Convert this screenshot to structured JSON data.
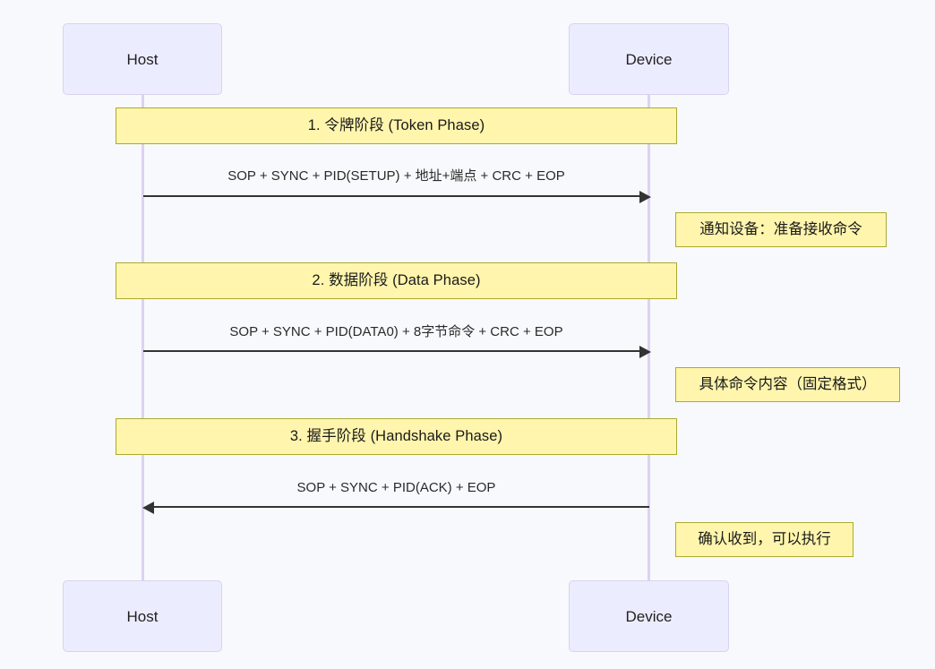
{
  "diagram": {
    "type": "sequence-diagram",
    "background_color": "#f8f9fc",
    "participants": [
      {
        "id": "host",
        "label": "Host"
      },
      {
        "id": "device",
        "label": "Device"
      }
    ],
    "top_actors": [
      {
        "name": "host-actor-top",
        "label": "Host"
      },
      {
        "name": "device-actor-top",
        "label": "Device"
      }
    ],
    "bottom_actors": [
      {
        "name": "host-actor-bottom",
        "label": "Host"
      },
      {
        "name": "device-actor-bottom",
        "label": "Device"
      }
    ],
    "phases": [
      {
        "index": "1",
        "banner": "1. 令牌阶段 (Token Phase)",
        "message": "SOP + SYNC + PID(SETUP) + 地址+端点 + CRC + EOP",
        "direction": "host-to-device",
        "note": "通知设备：准备接收命令"
      },
      {
        "index": "2",
        "banner": "2. 数据阶段 (Data Phase)",
        "message": "SOP + SYNC + PID(DATA0) + 8字节命令 + CRC + EOP",
        "direction": "host-to-device",
        "note": "具体命令内容（固定格式）"
      },
      {
        "index": "3",
        "banner": "3. 握手阶段 (Handshake Phase)",
        "message": "SOP + SYNC + PID(ACK) + EOP",
        "direction": "device-to-host",
        "note": "确认收到，可以执行"
      }
    ],
    "colors": {
      "actor_fill": "#ececff",
      "actor_border": "#d9d2ef",
      "note_fill": "#fff5ad",
      "note_border": "#aaaa33",
      "lifeline": "#ddd2f2",
      "arrow": "#333333"
    }
  }
}
